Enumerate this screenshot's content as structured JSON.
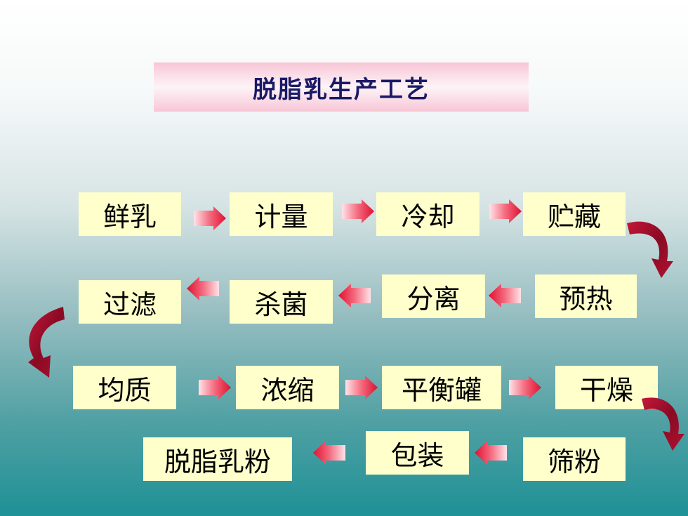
{
  "title": "脱脂乳生产工艺",
  "steps": [
    "鲜乳",
    "计量",
    "冷却",
    "贮藏",
    "预热",
    "分离",
    "杀菌",
    "过滤",
    "均质",
    "浓缩",
    "平衡罐",
    "干燥",
    "筛粉",
    "包装",
    "脱脂乳粉"
  ],
  "colors": {
    "box_fill": "#ffffcc",
    "arrow_red": "#e8203c",
    "curve_red": "#9a0d2a",
    "title_pink": "#f8c6d6",
    "title_text": "#1a1a66"
  }
}
